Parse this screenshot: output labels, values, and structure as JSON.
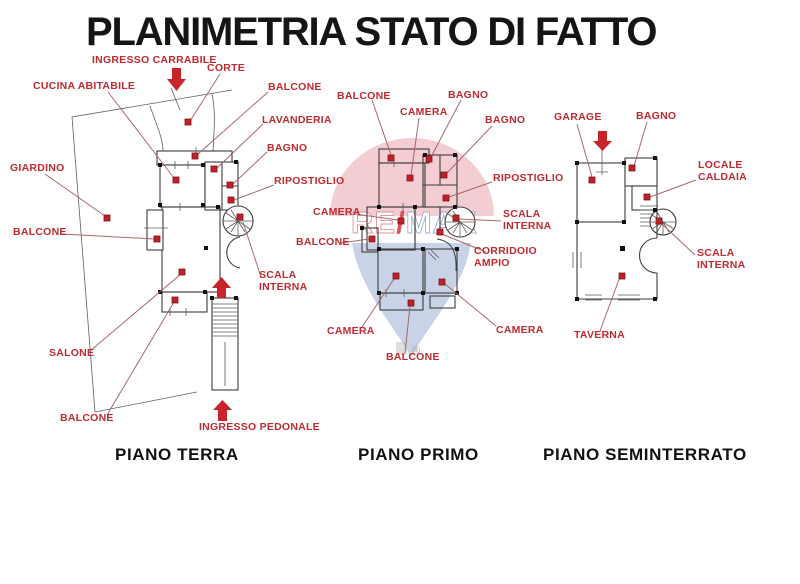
{
  "title": "PLANIMETRIA STATO DI FATTO",
  "watermark": {
    "brand_re": "RE",
    "brand_slash": "/",
    "brand_max": "MAX",
    "registered": "®",
    "color_top": "#f3cdd2",
    "color_bottom": "#c9d3e7",
    "color_slash": "#d9545a"
  },
  "colors": {
    "label_red": "#bf2b31",
    "marker_red": "#c02128",
    "arrow_red": "#c9242a",
    "leader_line": "#a56060",
    "plan_line": "#3c3c3c"
  },
  "plans": [
    {
      "id": "piano-terra",
      "caption": "PIANO TERRA",
      "labels": [
        "INGRESSO CARRABILE",
        "CORTE",
        "CUCINA ABITABILE",
        "BALCONE",
        "LAVANDERIA",
        "BAGNO",
        "GIARDINO",
        "RIPOSTIGLIO",
        "BALCONE",
        "SCALA\nINTERNA",
        "SALONE",
        "BALCONE",
        "INGRESSO PEDONALE"
      ]
    },
    {
      "id": "piano-primo",
      "caption": "PIANO PRIMO",
      "labels": [
        "BALCONE",
        "CAMERA",
        "BAGNO",
        "BAGNO",
        "RIPOSTIGLIO",
        "CAMERA",
        "BALCONE",
        "SCALA\nINTERNA",
        "CORRIDOIO\nAMPIO",
        "CAMERA",
        "BALCONE",
        "CAMERA"
      ]
    },
    {
      "id": "piano-seminterrato",
      "caption": "PIANO SEMINTERRATO",
      "labels": [
        "GARAGE",
        "BAGNO",
        "LOCALE\nCALDAIA",
        "SCALA\nINTERNA",
        "TAVERNA"
      ]
    }
  ]
}
